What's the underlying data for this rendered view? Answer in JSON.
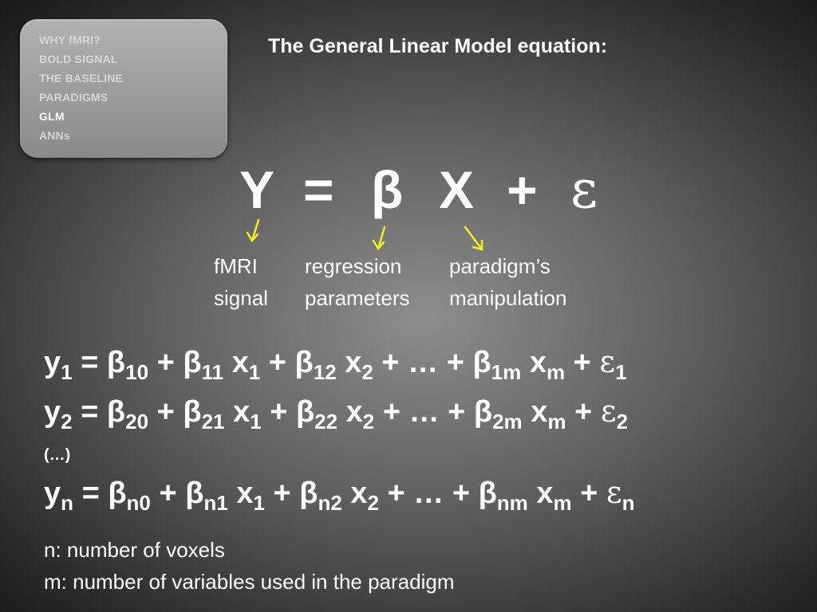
{
  "nav": {
    "items": [
      {
        "label": "WHY fMRI?",
        "active": false
      },
      {
        "label": "BOLD SIGNAL",
        "active": false
      },
      {
        "label": "THE BASELINE",
        "active": false
      },
      {
        "label": "PARADIGMS",
        "active": false
      },
      {
        "label": "GLM",
        "active": true
      },
      {
        "label": "ANNs",
        "active": false
      }
    ]
  },
  "title": "The General Linear Model equation:",
  "main_equation": {
    "y": "Y",
    "equals": "=",
    "beta": "β",
    "x": "X",
    "plus": "+",
    "epsilon": "ε"
  },
  "labels": {
    "fmri": {
      "line1": "fMRI",
      "line2": "signal"
    },
    "regression": {
      "line1": "regression",
      "line2": "parameters"
    },
    "paradigm": {
      "line1": "paradigm’s",
      "line2": "manipulation"
    }
  },
  "equations": [
    {
      "y": "y",
      "y_sub": "1",
      "b0_sub": "10",
      "b1_sub": "11",
      "b2_sub": "12",
      "bm_sub": "1m",
      "e_sub": "1"
    },
    {
      "y": "y",
      "y_sub": "2",
      "b0_sub": "20",
      "b1_sub": "21",
      "b2_sub": "22",
      "bm_sub": "2m",
      "e_sub": "2"
    },
    {
      "y": "y",
      "y_sub": "n",
      "b0_sub": "n0",
      "b1_sub": "n1",
      "b2_sub": "n2",
      "bm_sub": "nm",
      "e_sub": "n"
    }
  ],
  "symbols": {
    "eq": " = ",
    "beta": "β",
    "plus": " + ",
    "x": "x",
    "x1_sub": "1",
    "x2_sub": "2",
    "xm_sub": "m",
    "dots": "… ",
    "epsilon": "ε"
  },
  "ellipsis_row": "(…)",
  "notes": [
    "n: number of voxels",
    "m: number of variables used in the paradigm"
  ],
  "colors": {
    "arrow": "#f2ee24"
  }
}
